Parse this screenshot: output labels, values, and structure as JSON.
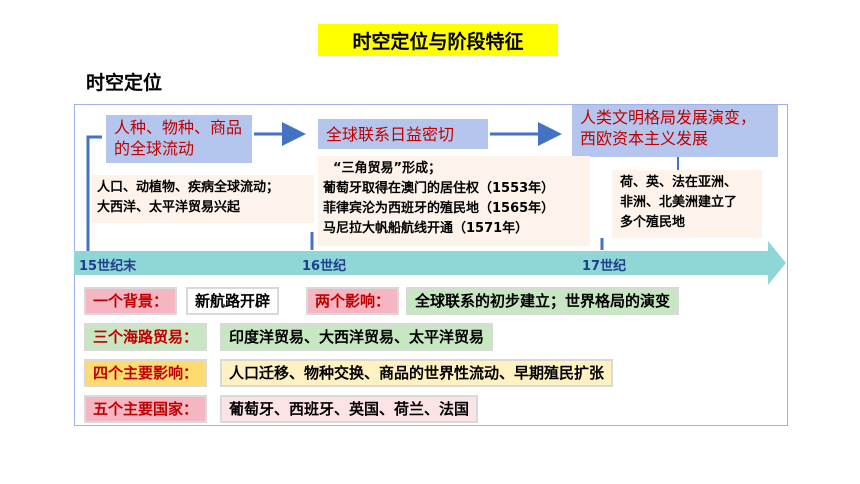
{
  "title": "时空定位与阶段特征",
  "section_heading": "时空定位",
  "timeline": {
    "stages": [
      "人种、物种、商品的全球流动",
      "全球联系日益密切",
      "人类文明格局发展演变，西欧资本主义发展"
    ],
    "notes": {
      "first": [
        "人口、动植物、疾病全球流动；",
        "大西洋、太平洋贸易兴起"
      ],
      "second": [
        "“三角贸易”形成；",
        "葡萄牙取得在澳门的居住权（1553年）",
        "菲律宾沦为西班牙的殖民地（1565年）",
        "马尼拉大帆船航线开通（1571年）"
      ],
      "third": [
        "荷、英、法在亚洲、",
        "非洲、北美洲建立了",
        "多个殖民地"
      ]
    },
    "eras": [
      "15世纪末",
      "16世纪",
      "17世纪"
    ]
  },
  "summary": {
    "background_label": "一个背景：",
    "background_value": "新航路开辟",
    "influence_label": "两个影响：",
    "influence_value": "全球联系的初步建立；世界格局的演变",
    "trade_label": "三个海路贸易：",
    "trade_value": "印度洋贸易、大西洋贸易、太平洋贸易",
    "effects_label": "四个主要影响：",
    "effects_value": "人口迁移、物种交换、商品的世界性流动、早期殖民扩张",
    "countries_label": "五个主要国家：",
    "countries_value": "葡萄牙、西班牙、英国、荷兰、法国"
  },
  "colors": {
    "stage_fill": "#b4c5ee",
    "stage_text": "#c00000",
    "arrow_teal": "#8fd6d6",
    "connector_blue": "#4472c4"
  }
}
